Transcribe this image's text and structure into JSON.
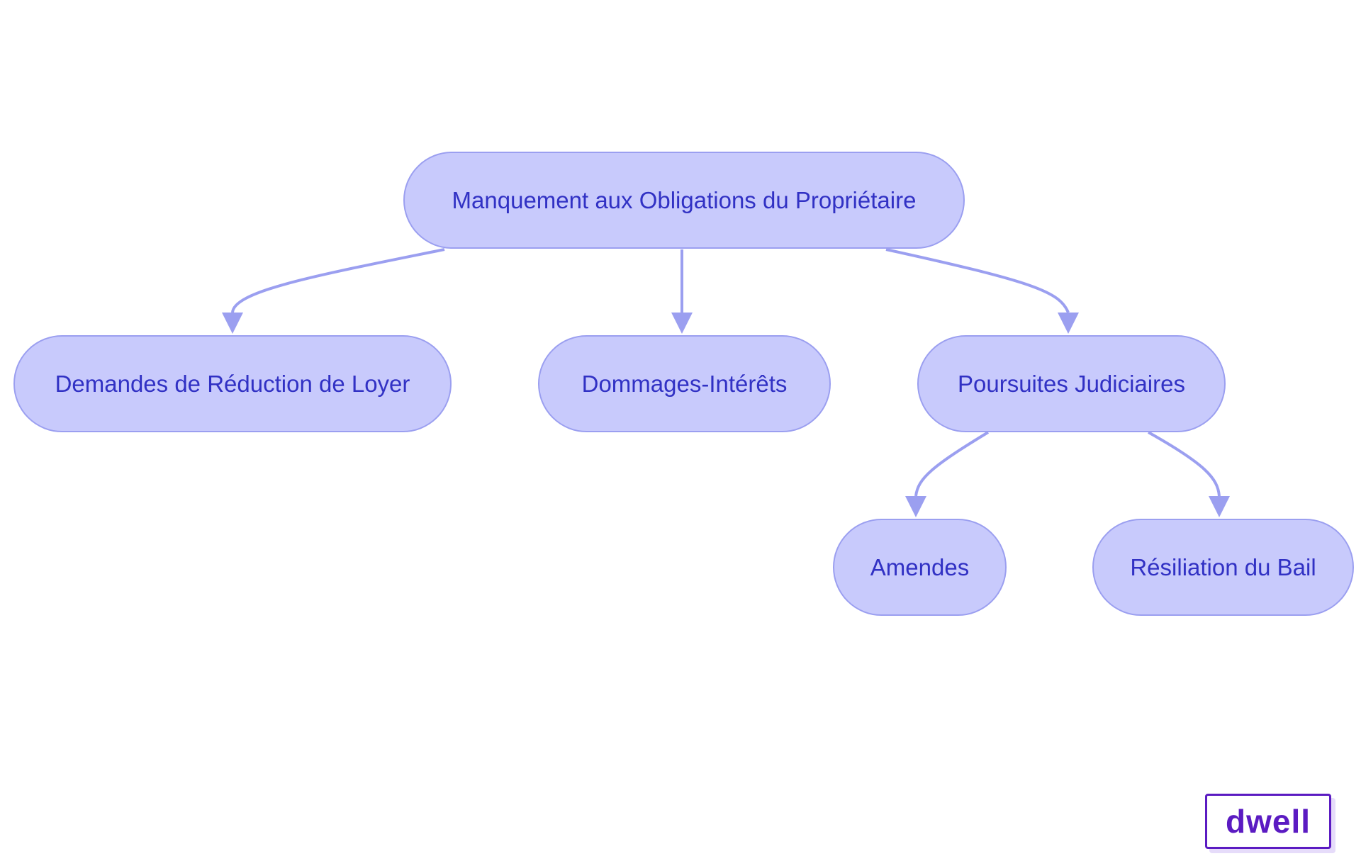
{
  "diagram": {
    "colors": {
      "node_fill": "#c8cafc",
      "node_border": "#9b9ff0",
      "node_text": "#3131c4",
      "edge": "#9b9ff0",
      "logo": "#5b1bc2"
    },
    "nodes": {
      "root": "Manquement aux Obligations du Propriétaire",
      "rent_reduction": "Demandes de Réduction de Loyer",
      "damages": "Dommages-Intérêts",
      "lawsuits": "Poursuites Judiciaires",
      "fines": "Amendes",
      "lease_termination": "Résiliation du Bail"
    },
    "edges": [
      {
        "from": "root",
        "to": "rent_reduction"
      },
      {
        "from": "root",
        "to": "damages"
      },
      {
        "from": "root",
        "to": "lawsuits"
      },
      {
        "from": "lawsuits",
        "to": "fines"
      },
      {
        "from": "lawsuits",
        "to": "lease_termination"
      }
    ]
  },
  "logo": {
    "text": "dwell"
  }
}
